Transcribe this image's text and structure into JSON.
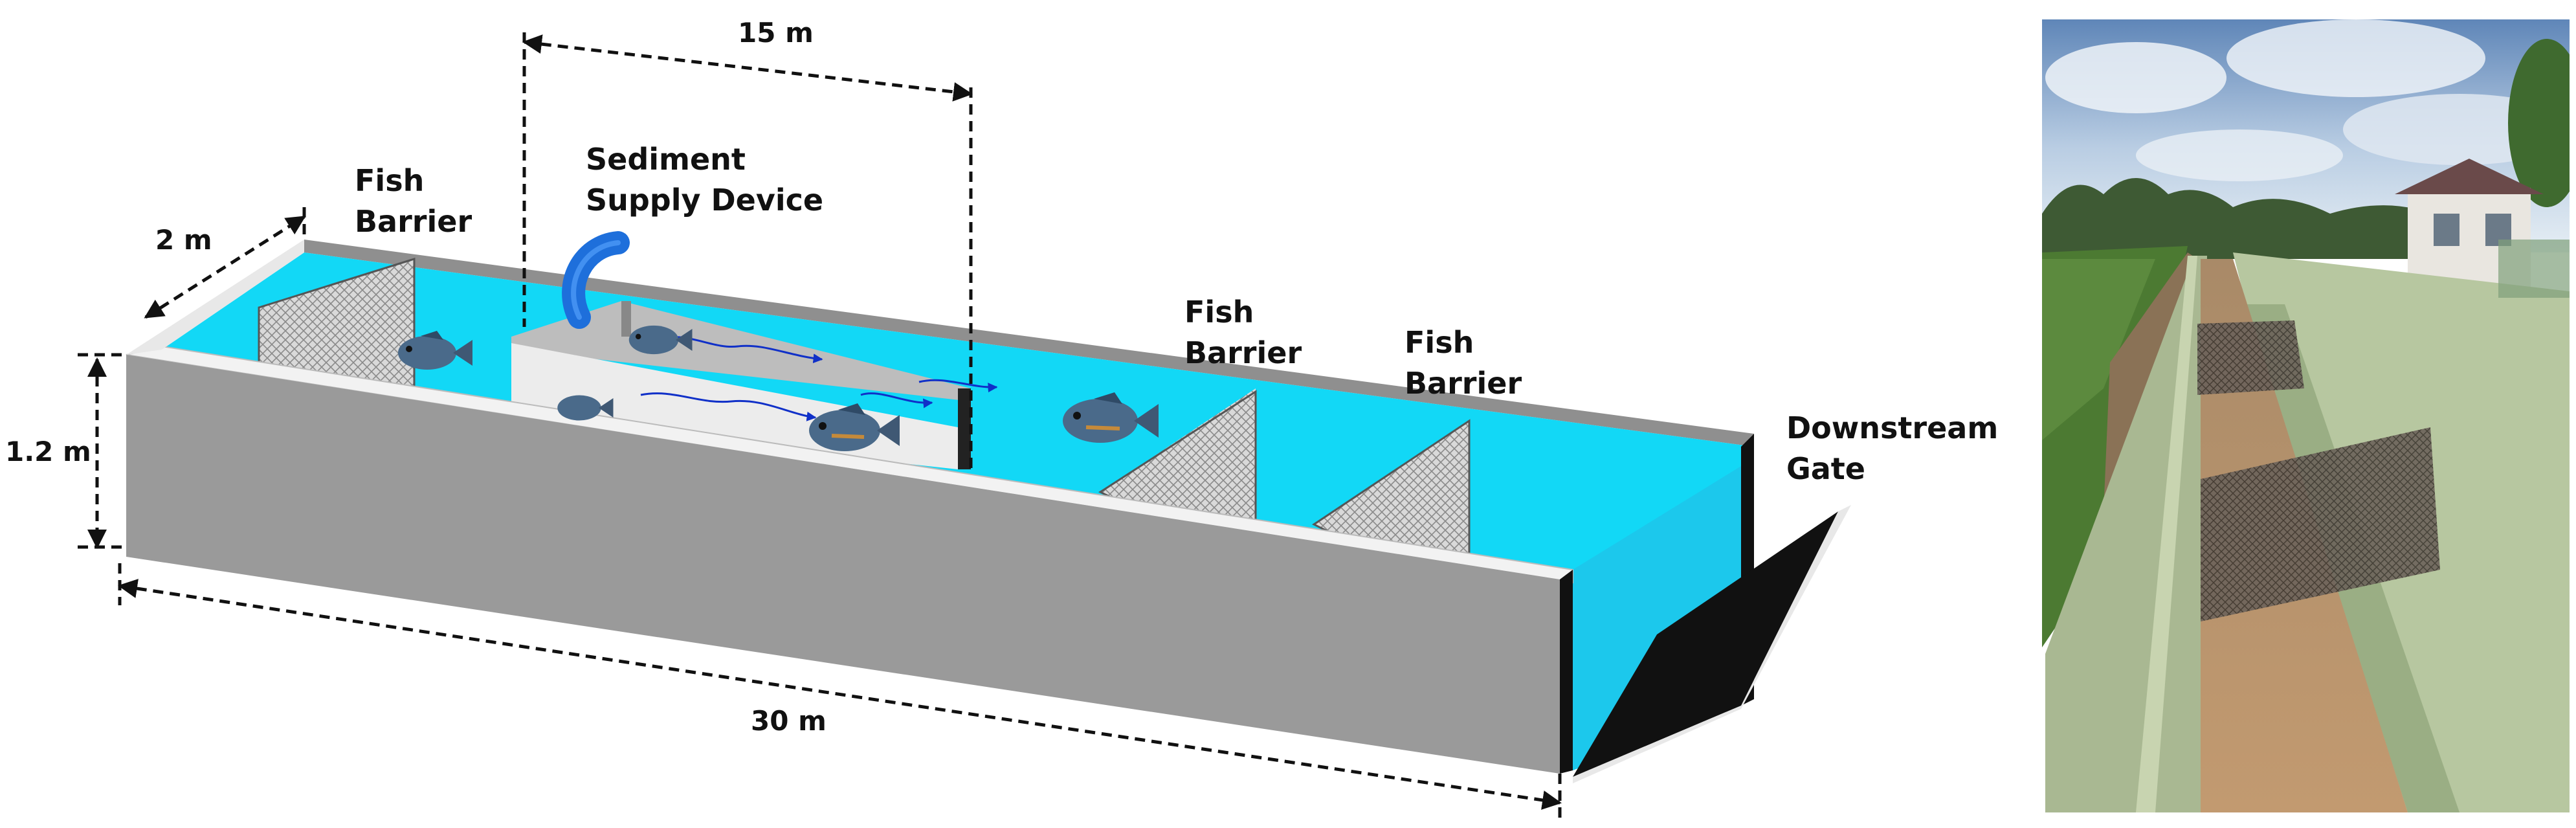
{
  "labels": {
    "fish_barrier_1": [
      "Fish",
      "Barrier"
    ],
    "sediment_device": [
      "Sediment",
      "Supply Device"
    ],
    "fish_barrier_2": [
      "Fish",
      "Barrier"
    ],
    "fish_barrier_3": [
      "Fish",
      "Barrier"
    ],
    "downstream_gate": [
      "Downstream",
      "Gate"
    ]
  },
  "dimensions": {
    "width": "2 m",
    "height": "1.2 m",
    "length": "30 m",
    "section": "15 m"
  },
  "colors": {
    "water": "#12d8f6",
    "wall_front": "#9a9a9a",
    "wall_top": "#f2f2f2",
    "mesh": "#cfcfcf",
    "pipe": "#1e6fdb",
    "flow_arrow": "#1030c8",
    "fish": "#4a6a8a"
  },
  "photo": {
    "description_icons": [
      "sky",
      "trees",
      "house",
      "channel",
      "fish-barrier-mesh"
    ]
  }
}
